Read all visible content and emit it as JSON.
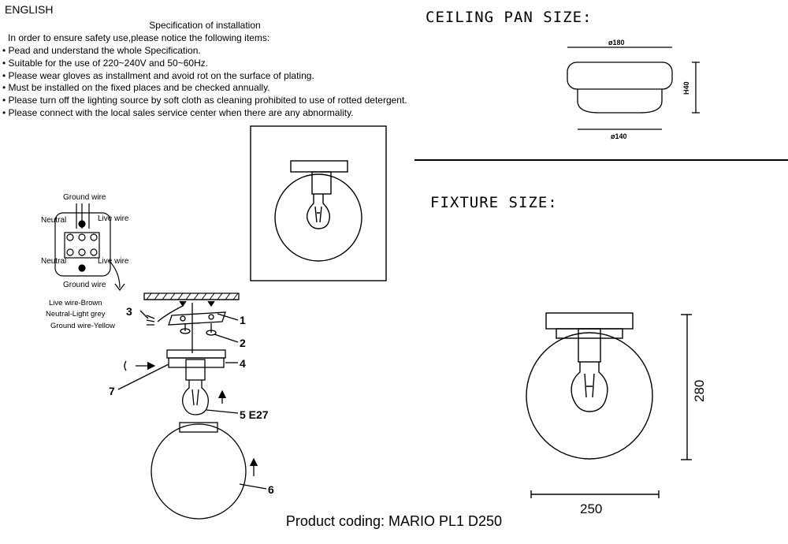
{
  "header": {
    "language": "ENGLISH",
    "spec_title": "Specification of installation"
  },
  "intro": "In order to ensure safety use,please notice the following items:",
  "items": [
    "Pead and understand the whole Specification.",
    "Suitable for the use of 220~240V and 50~60Hz.",
    "Please wear gloves as installment and avoid rot on the surface of plating.",
    "Must be installed on the fixed places and be checked annually.",
    "Please turn off the lighting source by soft cloth as cleaning prohibited to use of rotted detergent.",
    "Please connect with the local sales service center when there are any abnormality."
  ],
  "ceiling_pan": {
    "heading": "CEILING PAN SIZE:",
    "top_diameter": "ø180",
    "bottom_diameter": "ø140",
    "height": "H40"
  },
  "fixture": {
    "heading": "FIXTURE SIZE:",
    "width": "250",
    "height": "280"
  },
  "wiring": {
    "ground_top": "Ground wire",
    "neutral_top": "Neutral",
    "live_top": "Live wire",
    "neutral_bottom": "Neutral",
    "live_bottom": "Live wire",
    "ground_bottom": "Ground wire"
  },
  "legend": {
    "live": "Live wire-Brown",
    "neutral": "Neutral-Light grey",
    "ground": "Ground wire-Yellow"
  },
  "parts": {
    "p1": "1",
    "p2": "2",
    "p3": "3",
    "p4": "4",
    "p5": "5 E27",
    "p6": "6",
    "p7": "7"
  },
  "product": "Product coding: MARIO PL1 D250"
}
